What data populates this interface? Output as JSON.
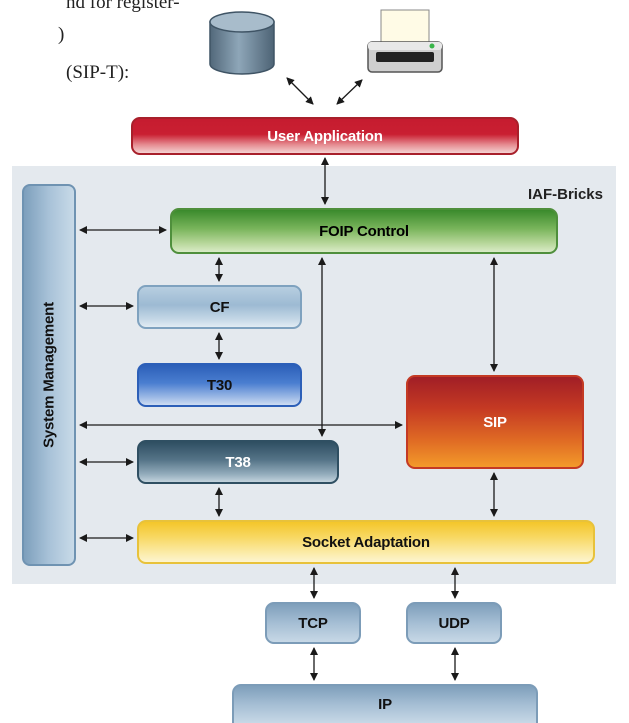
{
  "intro_text": {
    "line1": "nd for register-",
    "line2": ")",
    "line3": "(SIP-T):"
  },
  "diagram": {
    "panel_title": "IAF-Bricks",
    "user_application": "User Application",
    "foip_control": "FOIP Control",
    "cf": "CF",
    "t30": "T30",
    "t38": "T38",
    "sip": "SIP",
    "socket_adaptation": "Socket Adaptation",
    "system_management": "System Management",
    "tcp": "TCP",
    "udp": "UDP",
    "ip": "IP"
  },
  "icons": {
    "database": "database-icon",
    "printer": "printer-icon"
  },
  "colors": {
    "user_application": "#c91f32",
    "foip_control": "#7ab55c",
    "cf": "#9dbad3",
    "t30": "#4a7ed0",
    "t38": "#557488",
    "sip": "#df6a24",
    "socket_adaptation": "#f8d966",
    "system_management": "#a8c2d8",
    "panel": "#e4e9ee"
  }
}
